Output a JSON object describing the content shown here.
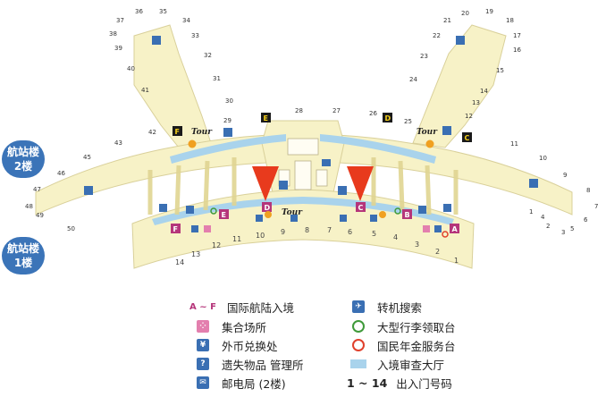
{
  "floors": {
    "upper": {
      "line1": "航站楼",
      "line2": "2楼"
    },
    "lower": {
      "line1": "航站楼",
      "line2": "1楼"
    }
  },
  "upper_gates_left": [
    "36",
    "35",
    "34",
    "37",
    "38",
    "33",
    "39",
    "32",
    "40",
    "31",
    "41",
    "30",
    "29",
    "42",
    "43",
    "45",
    "46",
    "47",
    "48",
    "49",
    "50"
  ],
  "upper_gates_center": [
    "28",
    "27",
    "26"
  ],
  "upper_gates_right": [
    "20",
    "19",
    "21",
    "18",
    "22",
    "17",
    "16",
    "23",
    "15",
    "24",
    "14",
    "13",
    "12",
    "25",
    "11",
    "10",
    "9",
    "8",
    "7",
    "6",
    "5",
    "4",
    "3",
    "2",
    "1"
  ],
  "section_letters": [
    "A",
    "B",
    "C",
    "D",
    "E",
    "F"
  ],
  "tour_label": "Tour",
  "entry_numbers": [
    "14",
    "13",
    "12",
    "11",
    "10",
    "9",
    "8",
    "7",
    "6",
    "5",
    "4",
    "3",
    "2",
    "1"
  ],
  "legend": {
    "entry_immigration": {
      "icon": "A ~ F",
      "label": "国际航陆入境"
    },
    "meeting_point": {
      "label": "集合场所"
    },
    "currency_exchange": {
      "label": "外币兑换处"
    },
    "lost_found": {
      "label": "遗失物品 管理所"
    },
    "post_office": {
      "label": "邮电局 (2楼)"
    },
    "transfer_search": {
      "label": "转机搜索"
    },
    "oversize_baggage": {
      "label": "大型行李领取台"
    },
    "pension_service": {
      "label": "国民年金服务台"
    },
    "immigration_hall": {
      "label": "入境审查大厅"
    },
    "gate_numbers": {
      "icon": "1 ~ 14",
      "label": "出入门号码"
    }
  },
  "colors": {
    "terminal_fill": "#f7f2c7",
    "terminal_stroke": "#d9d09a",
    "floor_badge": "#3b74b8",
    "hall_blue": "#a9d3ec",
    "letter_magenta": "#b5357a",
    "letter_black": "#1a1a1a",
    "arrow_red": "#e83a1d",
    "baggage_green": "#3f9a3a",
    "pension_red": "#e0402c",
    "icon_blue": "#3a6fb3"
  }
}
